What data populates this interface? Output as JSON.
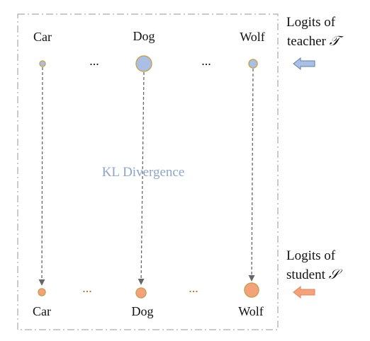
{
  "diagram": {
    "teacher_classes": [
      "Car",
      "Dog",
      "Wolf"
    ],
    "student_classes": [
      "Car",
      "Dog",
      "Wolf"
    ],
    "ellipsis": "...",
    "center_label": "KL Divergence",
    "teacher_legend": {
      "line1": "Logits of",
      "line2": "teacher",
      "symbol": "𝒯"
    },
    "student_legend": {
      "line1": "Logits of",
      "line2": "student",
      "symbol": "𝒮"
    },
    "teacher_logit_levels": {
      "Car": "small",
      "Dog": "large",
      "Wolf": "medium"
    },
    "student_logit_levels": {
      "Car": "small",
      "Dog": "medium",
      "Wolf": "large"
    },
    "colors": {
      "teacher_fill": "#a9c0e4",
      "teacher_stroke": "#c9a15c",
      "student_fill": "#f4a27a",
      "student_stroke": "#c9a15c",
      "teacher_arrow": "#a9c0e4",
      "student_arrow": "#f4a27a",
      "center_label": "#8fa6c8",
      "dashed_lines": "#666666",
      "frame": "#aaaaaa"
    }
  }
}
